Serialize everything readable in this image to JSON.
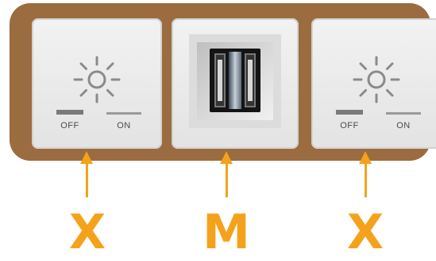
{
  "colors": {
    "frame": "#9b6c3f",
    "plate": "#eeeeee",
    "accent": "#f4a21b"
  },
  "switches": [
    {
      "icon": "sun-icon",
      "off_label": "OFF",
      "on_label": "ON",
      "state": "off"
    },
    {
      "icon": "sun-icon",
      "off_label": "OFF",
      "on_label": "ON",
      "state": "off"
    }
  ],
  "usb": {
    "icon": "dual-usb-port"
  },
  "labels": {
    "left": "X",
    "middle": "M",
    "right": "X"
  }
}
